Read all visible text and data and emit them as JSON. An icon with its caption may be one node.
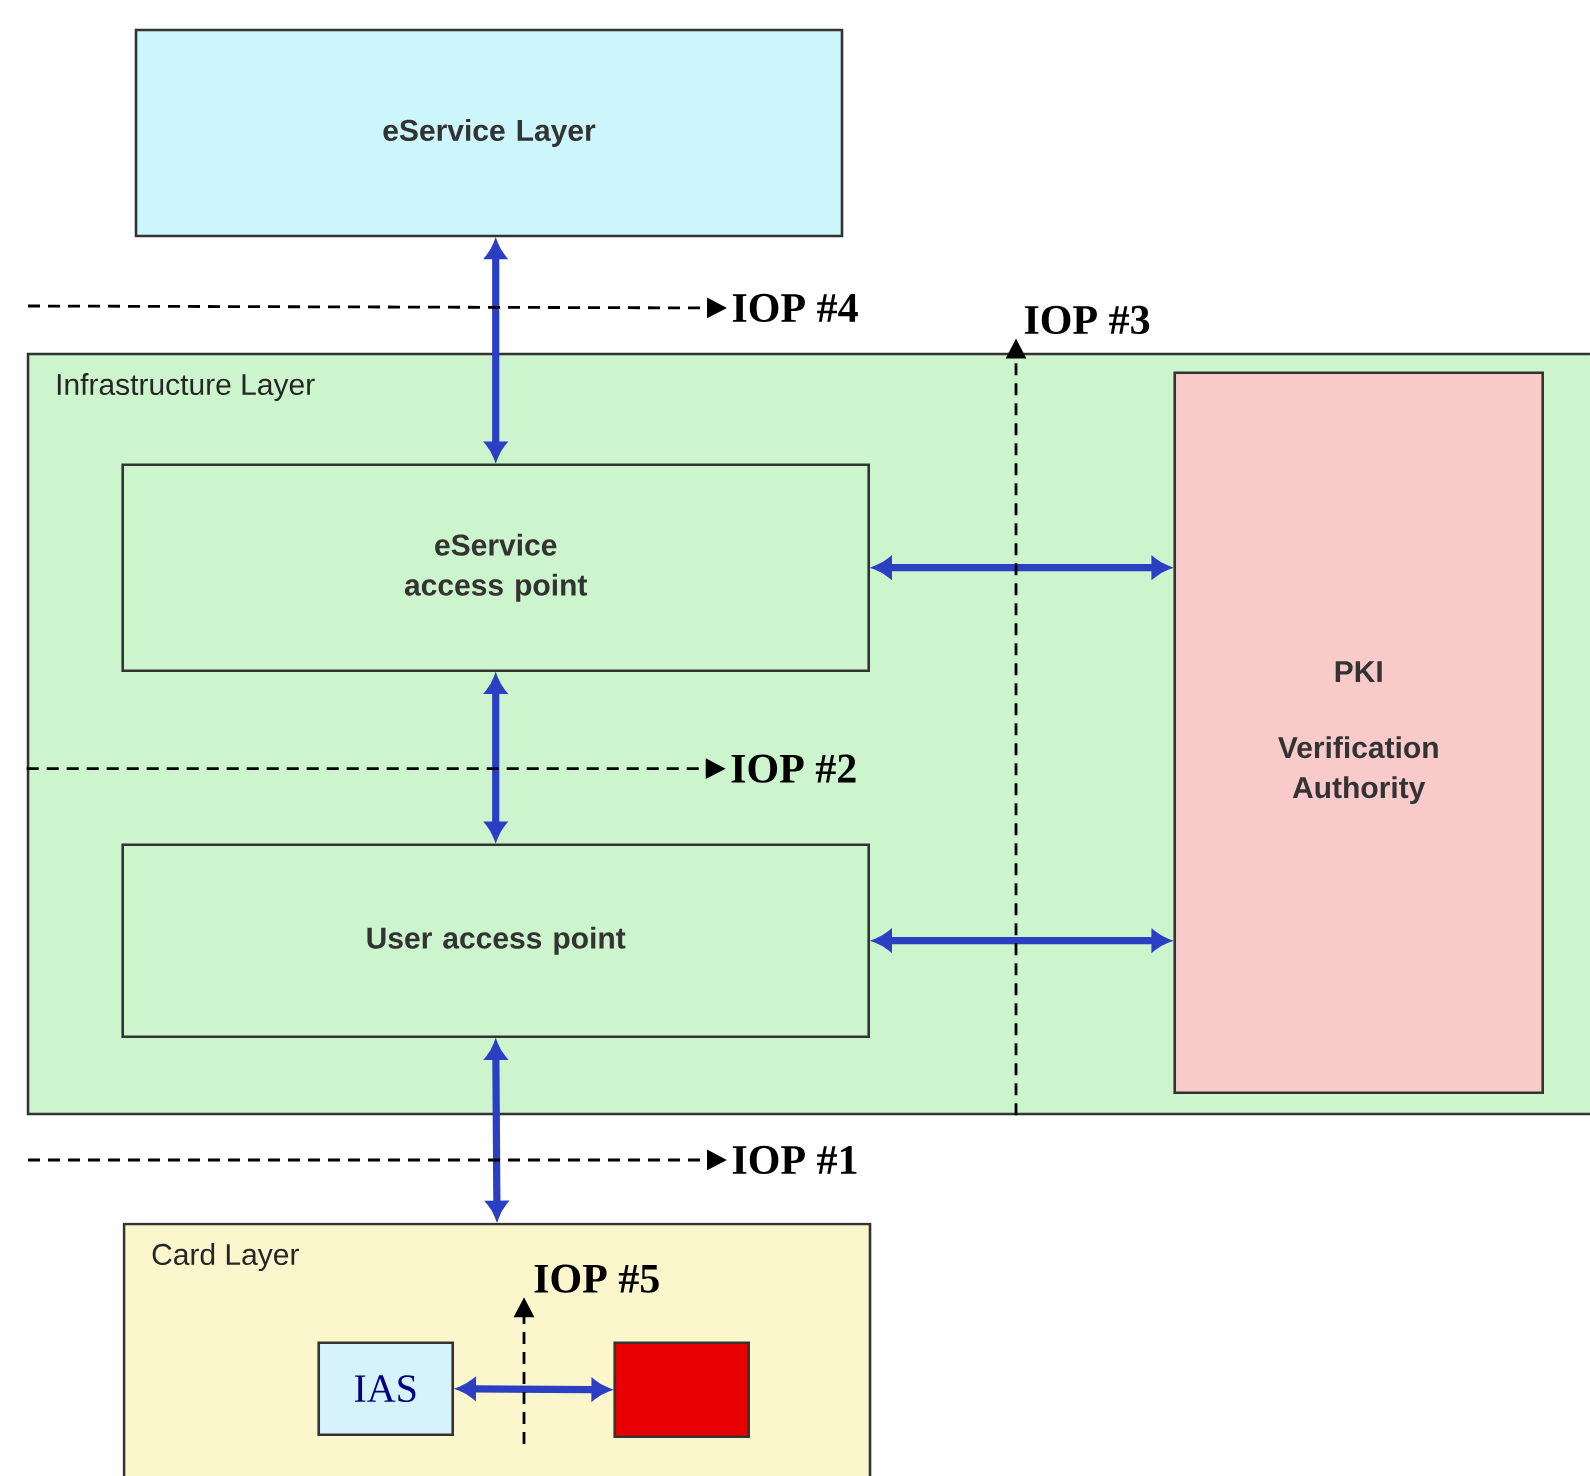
{
  "diagram": {
    "nodes": [
      {
        "text": [
          "eService Layer"
        ]
      },
      {
        "text": [
          "IOP #4"
        ]
      },
      {
        "text": [
          "IOP #3"
        ]
      },
      {
        "text": [
          "Infrastructure Layer"
        ]
      },
      {
        "text": [
          "eService access point"
        ],
        "in": 3
      },
      {
        "text": [
          "PKI",
          "Verification Authority"
        ],
        "in": 3
      },
      {
        "text": [
          "IOP #2"
        ],
        "in": 3
      },
      {
        "text": [
          "User access point"
        ],
        "in": 3
      },
      {
        "text": [
          "IOP #1"
        ]
      },
      {
        "text": [
          "Card Layer"
        ]
      },
      {
        "text": [
          "IOP #5"
        ],
        "in": 9
      },
      {
        "text": [
          "IAS"
        ],
        "in": 9
      },
      {
        "text": [],
        "shape": "box",
        "in": 9
      }
    ],
    "edges": [
      {
        "from": 0,
        "to": 4,
        "arrow": "both"
      },
      {
        "from": 4,
        "to": 7,
        "arrow": "both"
      },
      {
        "from": 7,
        "to": 9,
        "arrow": "both"
      },
      {
        "from": 4,
        "to": 5,
        "arrow": "both"
      },
      {
        "from": 7,
        "to": 5,
        "arrow": "both"
      },
      {
        "from": 11,
        "to": 12,
        "arrow": "both"
      },
      {
        "from": null,
        "to": 1,
        "arrow": "to",
        "style": "dashed",
        "color": "#000000"
      },
      {
        "from": 3,
        "to": 2,
        "arrow": "to",
        "style": "dashed",
        "color": "#000000"
      },
      {
        "from": 3,
        "to": 6,
        "arrow": "to",
        "style": "dashed",
        "color": "#000000"
      },
      {
        "from": null,
        "to": 8,
        "arrow": "to",
        "style": "dashed",
        "color": "#000000"
      },
      {
        "from": null,
        "to": 10,
        "arrow": "to",
        "style": "dashed",
        "color": "#000000"
      }
    ]
  }
}
